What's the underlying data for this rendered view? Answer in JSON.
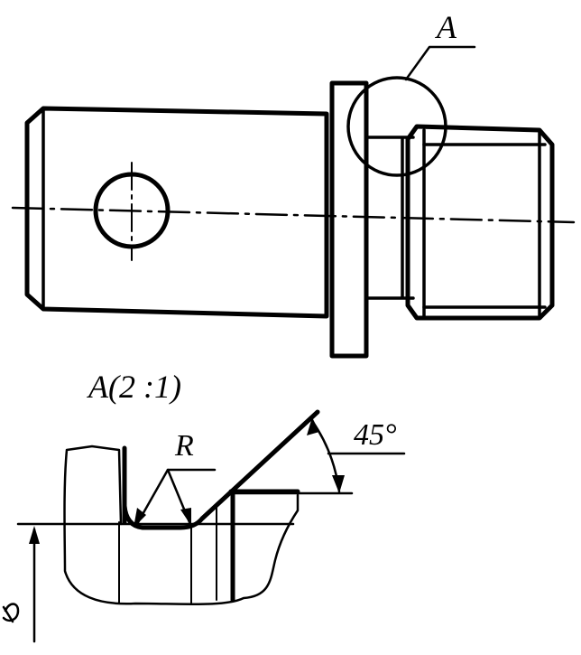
{
  "labels": {
    "detail_callout": "A",
    "detail_view_title": "A(2 :1)",
    "radius": "R",
    "angle": "45°"
  },
  "colors": {
    "ink": "#000000",
    "paper": "#ffffff"
  }
}
